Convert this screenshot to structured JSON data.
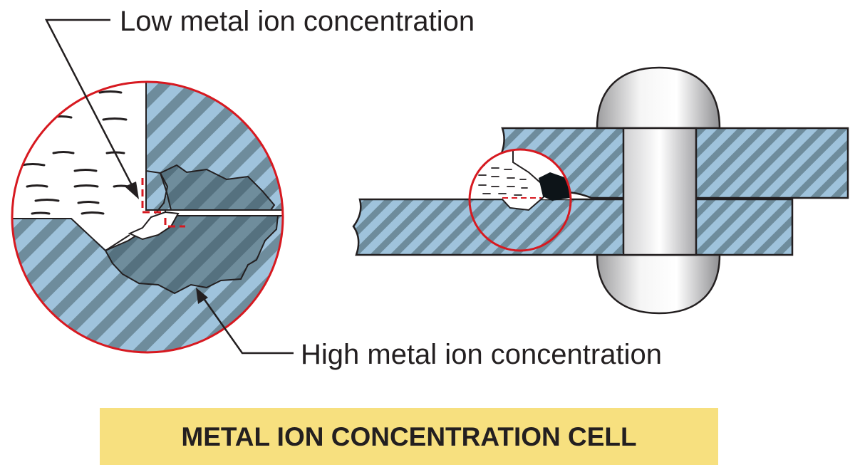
{
  "labels": {
    "low": "Low metal ion concentration",
    "high": "High metal ion concentration"
  },
  "banner": {
    "title": "METAL ION CONCENTRATION CELL"
  },
  "colors": {
    "metal_light": "#9fc3dc",
    "metal_stripe": "#6e8c9c",
    "corrosion_dark": "#5e7b8b",
    "deposit_black": "#0d1418",
    "rivet_light": "#f2f2f2",
    "rivet_shade": "#b9b9bb",
    "highlight_red": "#d71920",
    "banner_yellow": "#f7e07f",
    "text": "#231f20"
  },
  "icons": [
    "arrow-head-icon",
    "magnifier-circle-icon",
    "rivet-icon"
  ]
}
